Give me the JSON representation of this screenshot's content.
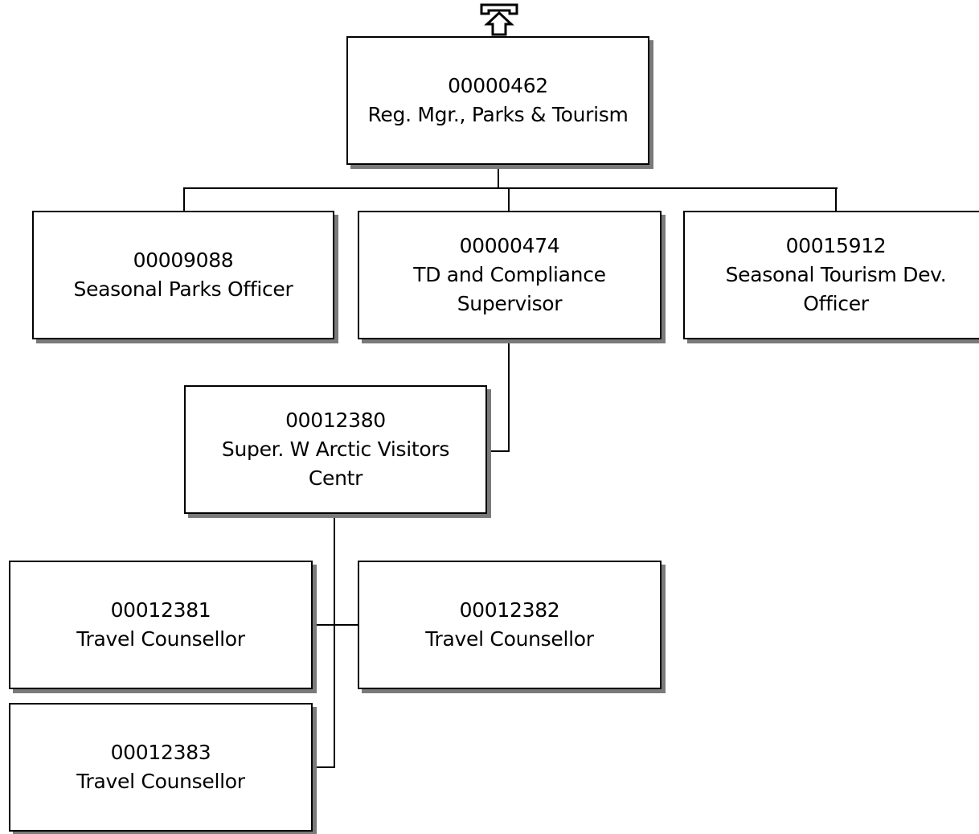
{
  "nodes": {
    "n462": {
      "id": "00000462",
      "title_lines": [
        "Reg. Mgr., Parks & Tourism"
      ]
    },
    "n9088": {
      "id": "00009088",
      "title_lines": [
        "Seasonal Parks Officer"
      ]
    },
    "n474": {
      "id": "00000474",
      "title_lines": [
        "TD and Compliance",
        "Supervisor"
      ]
    },
    "n15912": {
      "id": "00015912",
      "title_lines": [
        "Seasonal Tourism Dev.",
        "Officer"
      ]
    },
    "n12380": {
      "id": "00012380",
      "title_lines": [
        "Super. W Arctic Visitors",
        "Centr"
      ]
    },
    "n12381": {
      "id": "00012381",
      "title_lines": [
        "Travel Counsellor"
      ]
    },
    "n12382": {
      "id": "00012382",
      "title_lines": [
        "Travel Counsellor"
      ]
    },
    "n12383": {
      "id": "00012383",
      "title_lines": [
        "Travel Counsellor"
      ]
    }
  },
  "navigation": {
    "up_icon": "up-arrow-icon"
  },
  "colors": {
    "border": "#000000",
    "shadow": "#7a7a7a",
    "background": "#ffffff"
  }
}
